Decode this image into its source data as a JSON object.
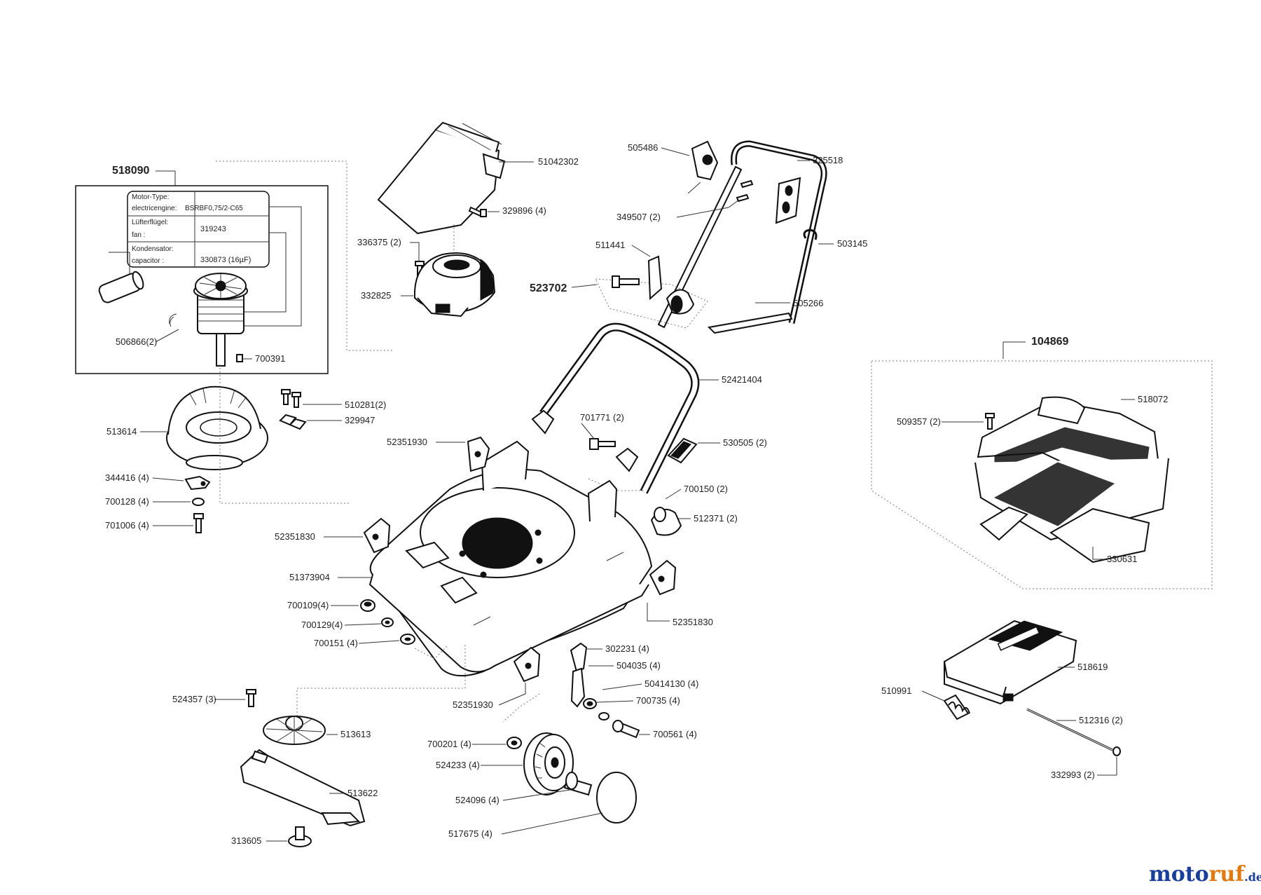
{
  "labels": {
    "l518090": "518090",
    "l506866": "506866(2)",
    "l700391": "700391",
    "l513614": "513614",
    "l510281": "510281(2)",
    "l329947": "329947",
    "l344416": "344416 (4)",
    "l700128": "700128 (4)",
    "l701006": "701006 (4)",
    "l51042302": "51042302",
    "l329896": "329896 (4)",
    "l336375": "336375 (2)",
    "l332825": "332825",
    "l505486": "505486",
    "l325518": "325518",
    "l349507": "349507 (2)",
    "l511441": "511441",
    "l523702": "523702",
    "l503145": "503145",
    "l505266": "505266",
    "l52421404": "52421404",
    "l701771": "701771 (2)",
    "l52351930a": "52351930",
    "l530505": "530505 (2)",
    "l700150": "700150 (2)",
    "l512371": "512371 (2)",
    "l52351830a": "52351830",
    "l51373904": "51373904",
    "l700109": "700109(4)",
    "l700129": "700129(4)",
    "l700151": "700151 (4)",
    "l52351830b": "52351830",
    "l302231": "302231 (4)",
    "l504035": "504035 (4)",
    "l50414130": "50414130 (4)",
    "l700735": "700735 (4)",
    "l700561": "700561 (4)",
    "l52351930b": "52351930",
    "l524357": "524357 (3)",
    "l513613": "513613",
    "l700201": "700201 (4)",
    "l524233": "524233 (4)",
    "l513622": "513622",
    "l524096": "524096 (4)",
    "l517675": "517675  (4)",
    "l313605": "313605",
    "l104869": "104869",
    "l509357": "509357 (2)",
    "l518072": "518072",
    "l330631": "330631",
    "l518619": "518619",
    "l510991": "510991",
    "l512316": "512316 (2)",
    "l332993": "332993 (2)"
  },
  "motor_table": {
    "row1_label": "Motor-Type:",
    "row1b_label": "electricengine:",
    "row1_value": "BSRBF0,75/2-C65",
    "row2_label": "Lüfterflügel:",
    "row2b_label": "fan :",
    "row2_value": "319243",
    "row3_label": "Kondensator:",
    "row3b_label": "capacitor :",
    "row3_value": "330873 (16µF)"
  },
  "branding": {
    "part1": "moto",
    "part2": "ruf",
    "suffix": ".de",
    "colors": {
      "moto": "#1a3f9a",
      "ruf": "#e07a10",
      "suffix": "#1a3f9a"
    }
  }
}
